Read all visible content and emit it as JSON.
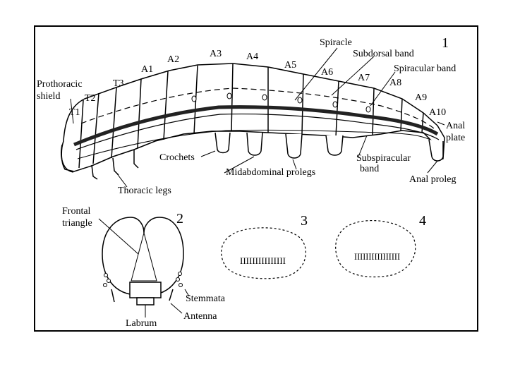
{
  "figure": {
    "panel_numbers": [
      "1",
      "2",
      "3",
      "4"
    ]
  },
  "larva_labels": {
    "prothoracic": "Prothoracic",
    "shield": "shield",
    "t1": "T1",
    "t2": "T2",
    "t3": "T3",
    "a1": "A1",
    "a2": "A2",
    "a3": "A3",
    "a4": "A4",
    "a5": "A5",
    "a6": "A6",
    "a7": "A7",
    "a8": "A8",
    "a9": "A9",
    "a10": "A10",
    "spiracle": "Spiracle",
    "subdorsal_band": "Subdorsal band",
    "spiracular_band": "Spiracular band",
    "anal": "Anal",
    "plate": "plate",
    "crochets": "Crochets",
    "midabdominal_prolegs": "Midabdominal prolegs",
    "subspiracular": "Subspiracular",
    "band": "band",
    "anal_proleg": "Anal proleg",
    "thoracic_legs": "Thoracic legs"
  },
  "head_labels": {
    "frontal": "Frontal",
    "triangle": "triangle",
    "stemmata": "Stemmata",
    "antenna": "Antenna",
    "labrum": "Labrum"
  },
  "proleg_patterns": {
    "panel3_glyphs": "IIIIIIIIIIIIIII",
    "panel4_glyphs": "IIIIIIIIIIIIIIII"
  }
}
